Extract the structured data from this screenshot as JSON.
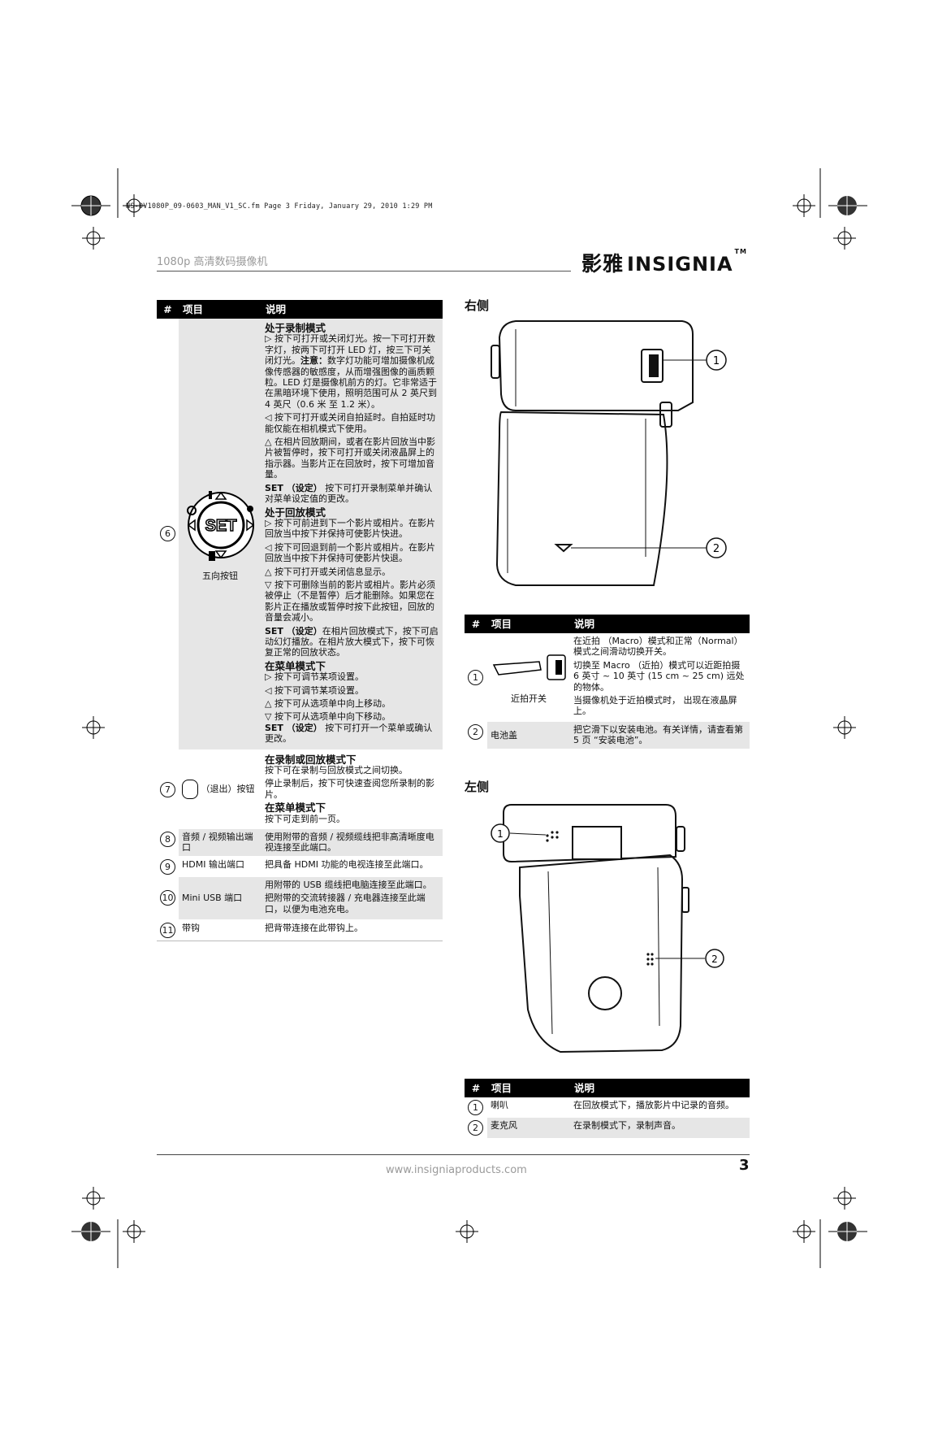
{
  "print_info": "NS-DV1080P_09-0603_MAN_V1_SC.fm  Page 3  Friday, January 29, 2010  1:29 PM",
  "header": {
    "title": "1080p 高清数码摄像机",
    "brand_cn": "影雅",
    "brand_en": "INSIGNIA"
  },
  "main_table": {
    "headers": [
      "#",
      "项目",
      "说明"
    ],
    "row6": {
      "num": "6",
      "item_caption": "五向按钮",
      "rec_title": "处于录制模式",
      "rec_right": "▷ 按下可打开或关闭灯光。按一下可打开数字灯，按两下可打开 LED 灯，按三下可关闭灯光。",
      "note_label": "注意：",
      "note_text": "数字灯功能可增加摄像机成像传感器的敏感度，从而增强图像的画质颗粒。LED 灯是摄像机前方的灯。它非常适于在黑暗环境下使用，照明范围可从 2 英尺到 4 英尺（0.6 米 至 1.2 米）。",
      "rec_left": "◁ 按下可打开或关闭自拍延时。自拍延时功能仅能在相机模式下使用。",
      "rec_up": "△ 在相片回放期间，或者在影片回放当中影片被暂停时，按下可打开或关闭液晶屏上的指示器。当影片正在回放时，按下可增加音量。",
      "set_label": "SET （设定）",
      "rec_set": "按下可打开录制菜单并确认对菜单设定值的更改。",
      "play_title": "处于回放模式",
      "play_right": "▷ 按下可前进到下一个影片或相片。在影片回放当中按下并保持可使影片快进。",
      "play_left": "◁ 按下可回退到前一个影片或相片。在影片回放当中按下并保持可使影片快退。",
      "play_up": "△ 按下可打开或关闭信息显示。",
      "play_down": "▽ 按下可删除当前的影片或相片。影片必须被停止（不是暂停）后才能删除。如果您在影片正在播放或暂停时按下此按钮，回放的音量会减小。",
      "play_set": "在相片回放模式下，按下可启动幻灯播放。在相片放大模式下，按下可恢复正常的回放状态。",
      "menu_title": "在菜单模式下",
      "menu_right": "▷ 按下可调节某项设置。",
      "menu_left": "◁ 按下可调节某项设置。",
      "menu_up": "△ 按下可从选项单中向上移动。",
      "menu_down": "▽ 按下可从选项单中向下移动。",
      "menu_set": "按下可打开一个菜单或确认更改。"
    },
    "row7": {
      "num": "7",
      "item": "（退出）按钮",
      "title1": "在录制或回放模式下",
      "text1": "按下可在录制与回放模式之间切换。",
      "text2": "停止录制后，按下可快速查阅您所录制的影片。",
      "title2": "在菜单模式下",
      "text3": "按下可走到前一页。"
    },
    "row8": {
      "num": "8",
      "item": "音频 / 视频输出端口",
      "desc": "使用附带的音频 / 视频缆线把非高清晰度电视连接至此端口。"
    },
    "row9": {
      "num": "9",
      "item": "HDMI 输出端口",
      "desc": "把具备 HDMI 功能的电视连接至此端口。"
    },
    "row10": {
      "num": "10",
      "item": "Mini USB 端口",
      "desc1": "用附带的 USB 缆线把电脑连接至此端口。",
      "desc2": "把附带的交流转接器 / 充电器连接至此端口，以便为电池充电。"
    },
    "row11": {
      "num": "11",
      "item": "带钩",
      "desc": "把背带连接在此带钩上。"
    }
  },
  "right_side": {
    "title": "右侧",
    "callouts": [
      "1",
      "2"
    ],
    "headers": [
      "#",
      "项目",
      "说明"
    ],
    "row1": {
      "num": "1",
      "caption": "近拍开关",
      "d1": "在近拍 （Macro）模式和正常（Normal）模式之间滑动切换开关。",
      "d2": "切换至 Macro （近拍）模式可以近距拍摄 6 英寸 ~ 10 英寸 (15 cm ~ 25 cm) 远处的物体。",
      "d3": "当摄像机处于近拍模式时， 出现在液晶屏上。"
    },
    "row2": {
      "num": "2",
      "item": "电池盖",
      "desc": "把它滑下以安装电池。有关详情，请查看第 5 页 “安装电池”。"
    }
  },
  "left_side": {
    "title": "左侧",
    "callouts": [
      "1",
      "2"
    ],
    "headers": [
      "#",
      "项目",
      "说明"
    ],
    "row1": {
      "num": "1",
      "item": "喇叭",
      "desc": "在回放模式下，播放影片中记录的音频。"
    },
    "row2": {
      "num": "2",
      "item": "麦克风",
      "desc": "在录制模式下，录制声音。"
    }
  },
  "footer": {
    "url": "www.insigniaproducts.com",
    "page": "3"
  }
}
